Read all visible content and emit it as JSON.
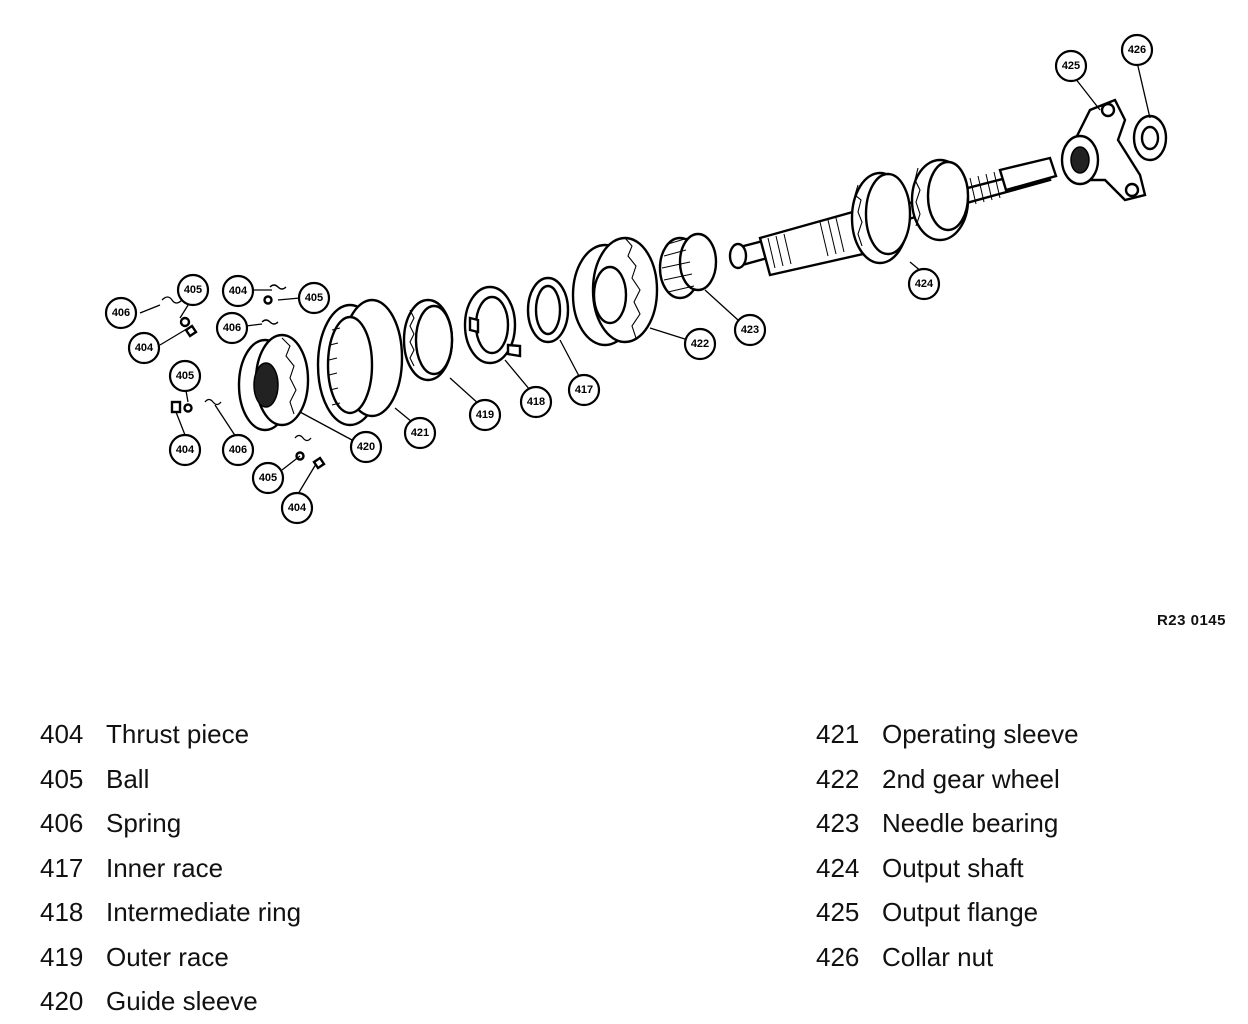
{
  "diagram": {
    "reference": "R23 0145",
    "callouts": [
      {
        "id": "c-426a",
        "label": "426"
      },
      {
        "id": "c-425a",
        "label": "425"
      },
      {
        "id": "c-424a",
        "label": "424"
      },
      {
        "id": "c-423a",
        "label": "423"
      },
      {
        "id": "c-422a",
        "label": "422"
      },
      {
        "id": "c-417a",
        "label": "417"
      },
      {
        "id": "c-418a",
        "label": "418"
      },
      {
        "id": "c-419a",
        "label": "419"
      },
      {
        "id": "c-421a",
        "label": "421"
      },
      {
        "id": "c-420a",
        "label": "420"
      },
      {
        "id": "c-406a",
        "label": "406"
      },
      {
        "id": "c-405a",
        "label": "405"
      },
      {
        "id": "c-404a",
        "label": "404"
      },
      {
        "id": "c-404b",
        "label": "404"
      },
      {
        "id": "c-405b",
        "label": "405"
      },
      {
        "id": "c-406b",
        "label": "406"
      },
      {
        "id": "c-405c",
        "label": "405"
      },
      {
        "id": "c-404c",
        "label": "404"
      },
      {
        "id": "c-406c",
        "label": "406"
      },
      {
        "id": "c-405d",
        "label": "405"
      },
      {
        "id": "c-404d",
        "label": "404"
      }
    ]
  },
  "legend": {
    "left": [
      {
        "num": "404",
        "name": "Thrust piece"
      },
      {
        "num": "405",
        "name": "Ball"
      },
      {
        "num": "406",
        "name": "Spring"
      },
      {
        "num": "417",
        "name": "Inner race"
      },
      {
        "num": "418",
        "name": "Intermediate ring"
      },
      {
        "num": "419",
        "name": "Outer race"
      },
      {
        "num": "420",
        "name": "Guide sleeve"
      }
    ],
    "right": [
      {
        "num": "421",
        "name": "Operating sleeve"
      },
      {
        "num": "422",
        "name": "2nd gear wheel"
      },
      {
        "num": "423",
        "name": "Needle bearing"
      },
      {
        "num": "424",
        "name": "Output shaft"
      },
      {
        "num": "425",
        "name": "Output flange"
      },
      {
        "num": "426",
        "name": "Collar nut"
      }
    ]
  }
}
